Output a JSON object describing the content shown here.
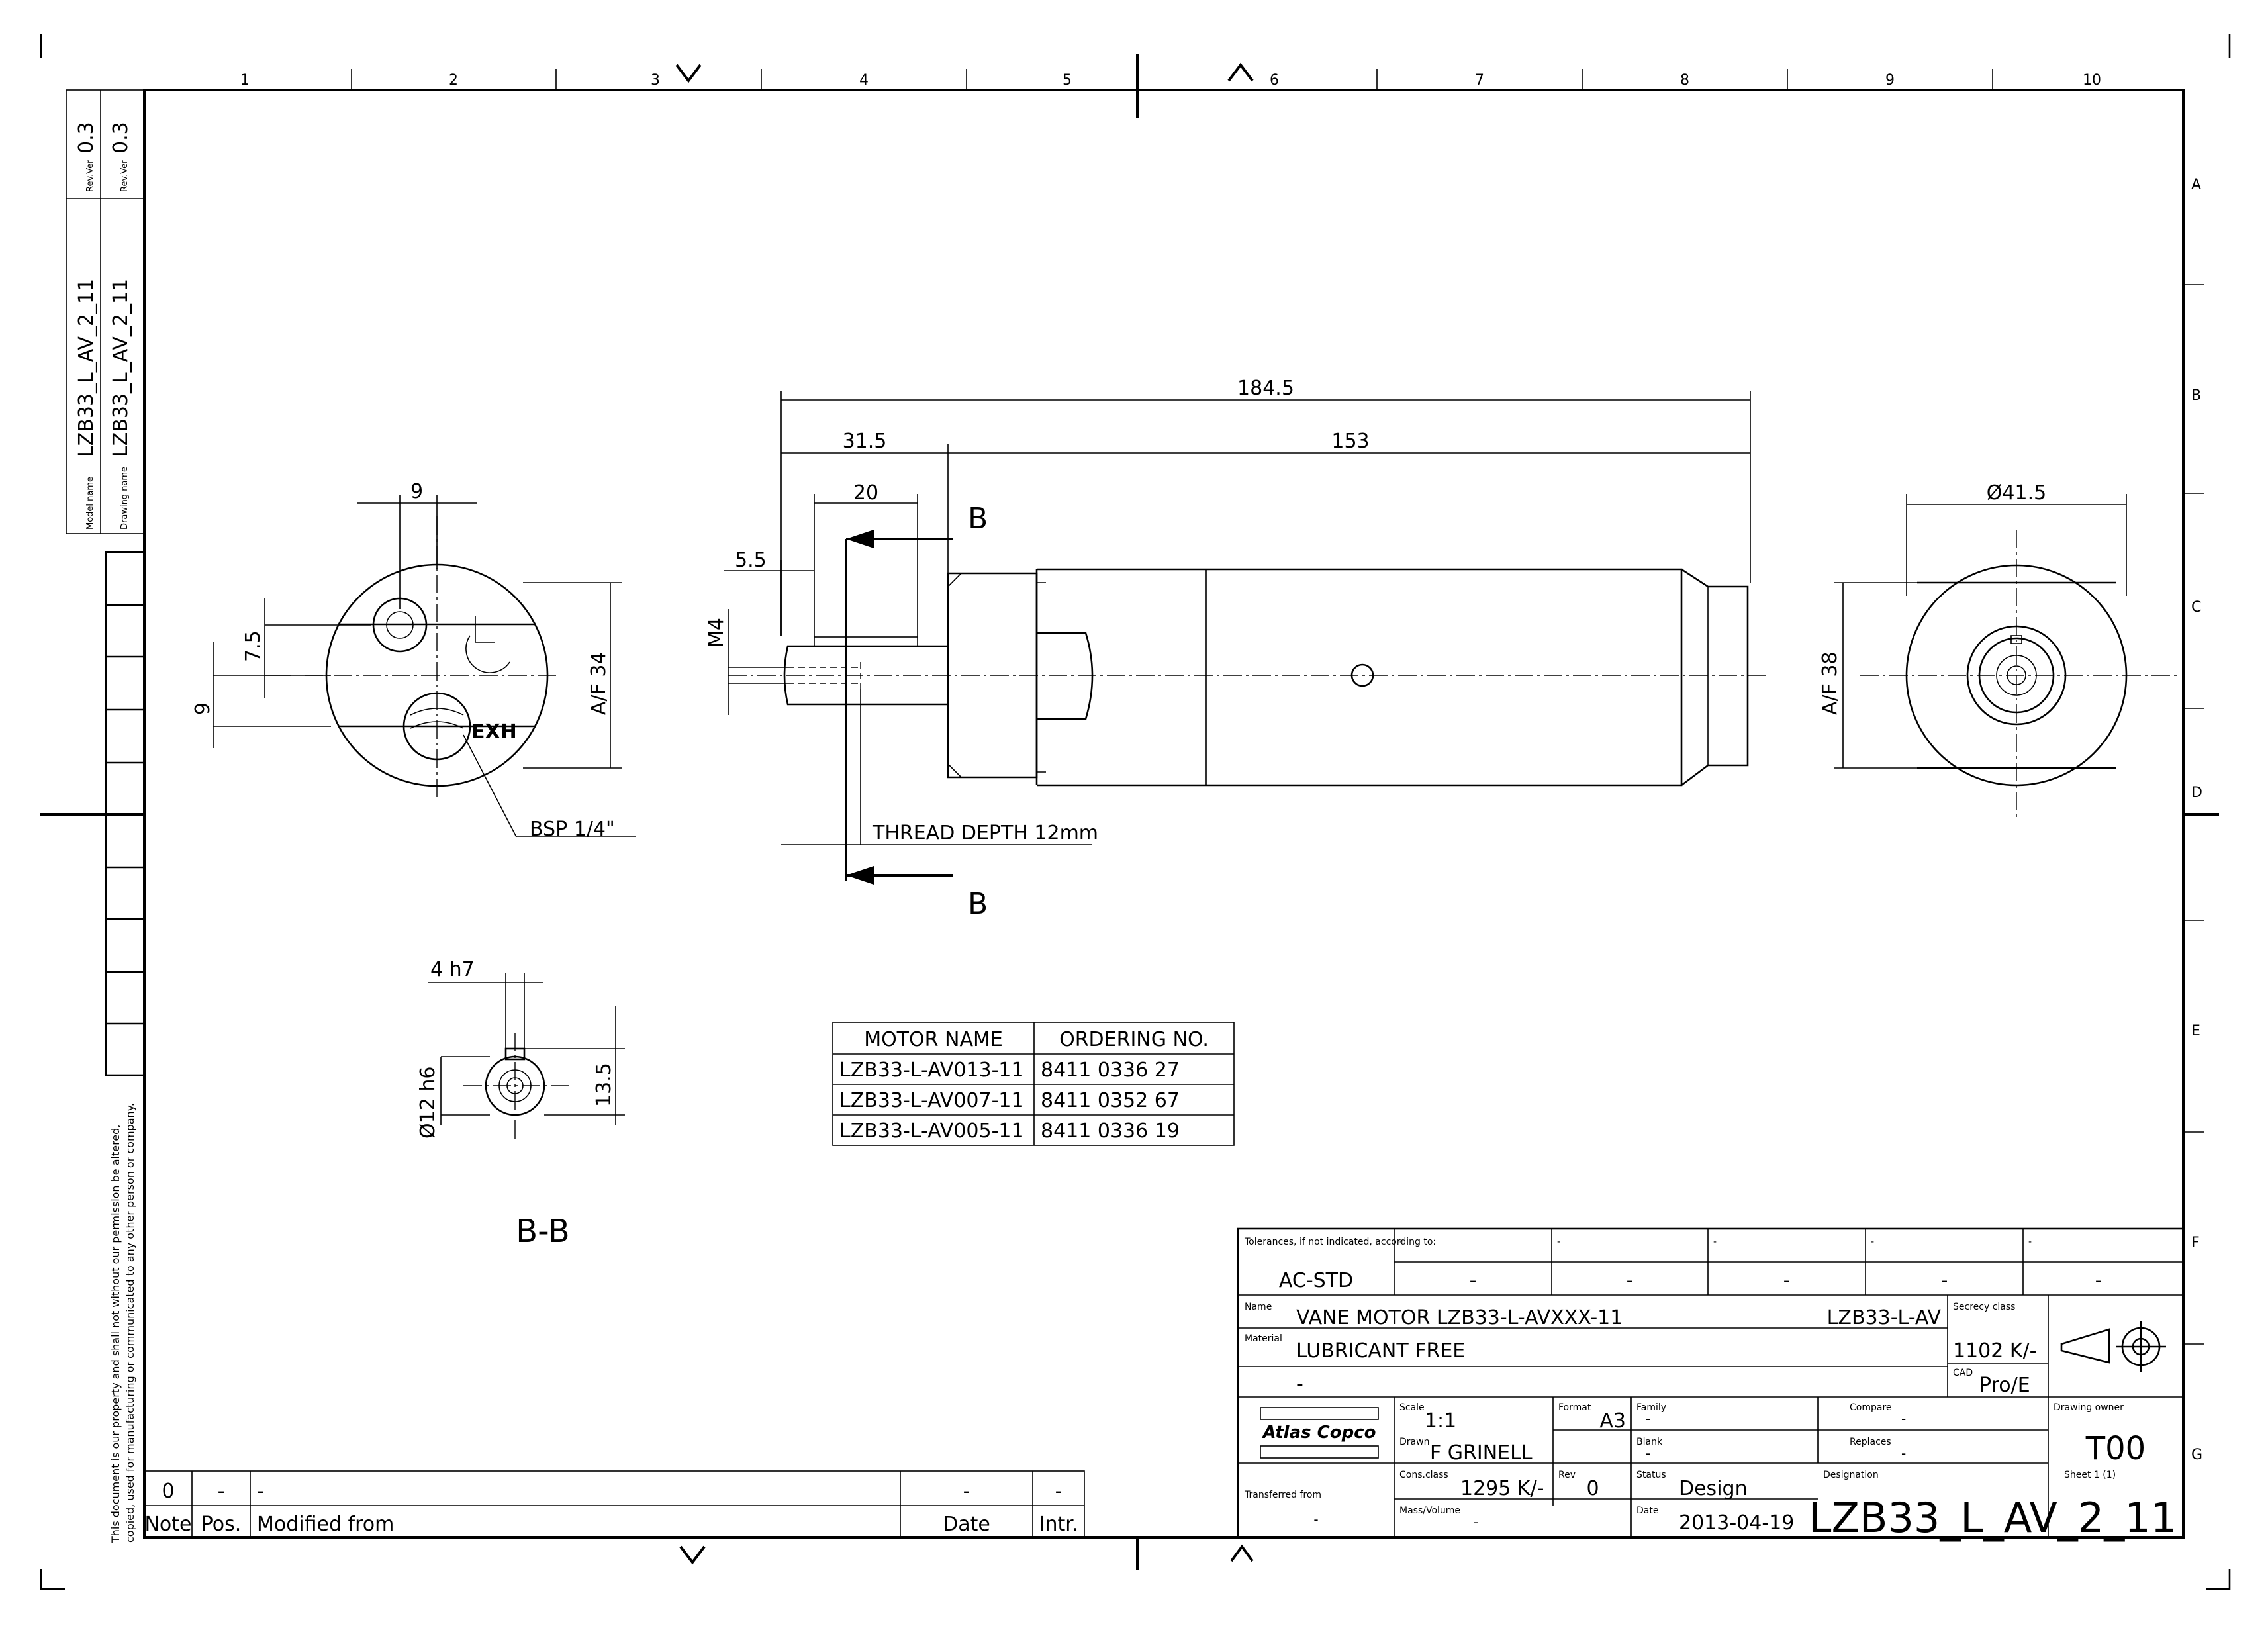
{
  "border": {
    "columns": [
      "1",
      "2",
      "3",
      "4",
      "5",
      "6",
      "7",
      "8",
      "9",
      "10"
    ],
    "rows": [
      "A",
      "B",
      "C",
      "D",
      "E",
      "F",
      "G"
    ]
  },
  "side_box": {
    "model_label": "Model name",
    "model_value": "LZB33_L_AV_2_11",
    "drawing_label": "Drawing name",
    "drawing_value": "LZB33_L_AV_2_11",
    "rev_label": "Rev.Ver",
    "rev_value": "0.3"
  },
  "copyright_line1": "This document is our property and shall not without our permission be altered,",
  "copyright_line2": "copied, used for manufacturing or communicated to any other person or company.",
  "front_view": {
    "dim_9_top": "9",
    "dim_7_5": "7.5",
    "dim_9_left": "9",
    "dim_af34": "A/F 34",
    "exh_label": "EXH",
    "bsp_label": "BSP 1/4\""
  },
  "side_view": {
    "dim_184_5": "184.5",
    "dim_31_5": "31.5",
    "dim_153": "153",
    "dim_20": "20",
    "dim_5_5": "5.5",
    "dim_m4": "M4",
    "section_letter": "B",
    "thread_depth": "THREAD DEPTH 12mm"
  },
  "end_view": {
    "dim_dia41_5": "Ø41.5",
    "dim_af38": "A/F 38"
  },
  "section_view": {
    "dim_4h7": "4 h7",
    "dim_dia12h6": "Ø12 h6",
    "dim_13_5": "13.5",
    "title": "B-B"
  },
  "motor_table": {
    "headers": [
      "MOTOR NAME",
      "ORDERING NO."
    ],
    "rows": [
      [
        "LZB33-L-AV013-11",
        "8411 0336 27"
      ],
      [
        "LZB33-L-AV007-11",
        "8411 0352 67"
      ],
      [
        "LZB33-L-AV005-11",
        "8411 0336 19"
      ]
    ]
  },
  "revision_table": {
    "row": [
      "0",
      "-",
      "-",
      "-",
      "-"
    ],
    "headers": [
      "Note",
      "Pos.",
      "Modified from",
      "Date",
      "Intr."
    ]
  },
  "title_block": {
    "tolerances_label": "Tolerances, if not indicated, according to:",
    "tolerances_value": "AC-STD",
    "tol_dash": "-",
    "name_label": "Name",
    "name_value": "VANE MOTOR LZB33-L-AVXXX-11",
    "name_code": "LZB33-L-AV",
    "secrecy_label": "Secrecy class",
    "secrecy_value": "1102 K/-",
    "material_label": "Material",
    "material_value": "LUBRICANT FREE",
    "material_dash": "-",
    "cad_label": "CAD",
    "cad_value": "Pro/E",
    "logo_text": "Atlas Copco",
    "scale_label": "Scale",
    "scale_value": "1:1",
    "format_label": "Format",
    "format_value": "A3",
    "family_label": "Family",
    "family_value": "-",
    "compare_label": "Compare",
    "compare_value": "-",
    "drawing_owner_label": "Drawing owner",
    "drawing_owner_value": "T00",
    "drawn_label": "Drawn",
    "drawn_value": "F GRINELL",
    "blank_label": "Blank",
    "blank_value": "-",
    "replaces_label": "Replaces",
    "replaces_value": "-",
    "transferred_label": "Transferred from",
    "transferred_value": "-",
    "cons_class_label": "Cons.class",
    "cons_class_value": "1295 K/-",
    "rev_label": "Rev",
    "rev_value": "0",
    "status_label": "Status",
    "status_value": "Design",
    "designation_label": "Designation",
    "designation_value": "LZB33_L_AV_2_11",
    "sheet_label": "Sheet 1 (1)",
    "mass_label": "Mass/Volume",
    "mass_value": "-",
    "date_label": "Date",
    "date_value": "2013-04-19"
  }
}
